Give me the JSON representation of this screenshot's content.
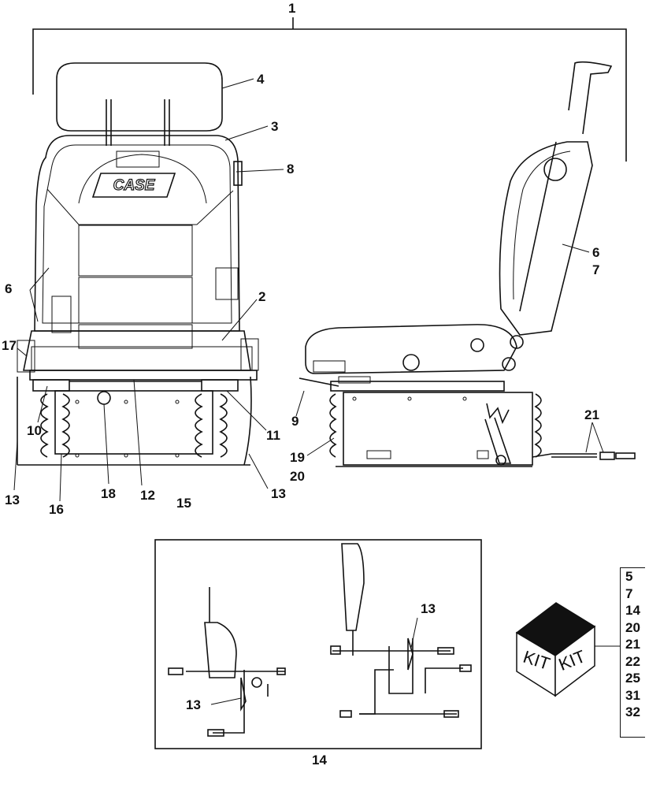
{
  "callouts": {
    "c1": "1",
    "c2": "2",
    "c3": "3",
    "c4": "4",
    "c6a": "6",
    "c6b": "6",
    "c7": "7",
    "c8": "8",
    "c9": "9",
    "c10": "10",
    "c11": "11",
    "c12": "12",
    "c13a": "13",
    "c13b": "13",
    "c13c": "13",
    "c13d": "13",
    "c14": "14",
    "c15": "15",
    "c16": "16",
    "c17": "17",
    "c18": "18",
    "c19": "19",
    "c20": "20",
    "c21": "21"
  },
  "logo_text": "CASE",
  "kit": {
    "face_left": "KIT",
    "face_right": "KIT",
    "items": [
      "5",
      "7",
      "14",
      "20",
      "21",
      "22",
      "25",
      "31",
      "32"
    ]
  }
}
